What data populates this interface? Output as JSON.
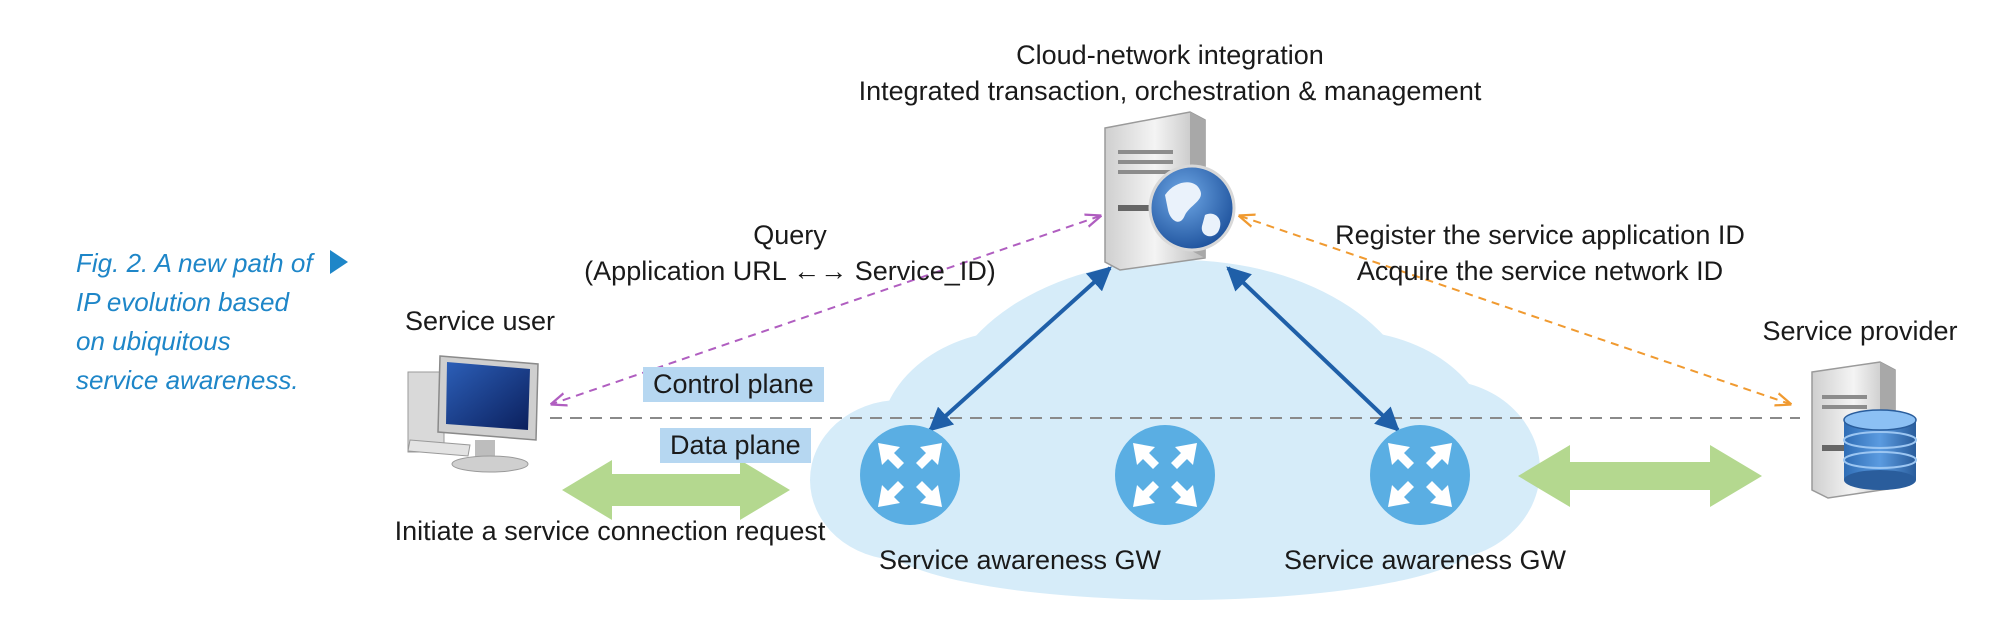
{
  "caption": {
    "lines": [
      "Fig. 2. A new path of",
      "IP evolution based",
      "on ubiquitous",
      "service awareness."
    ]
  },
  "labels": {
    "cloud_title_1": "Cloud-network integration",
    "cloud_title_2": "Integrated transaction, orchestration & management",
    "query_1": "Query",
    "query_2": "(Application URL ←→ Service_ID)",
    "register_1": "Register the service application ID",
    "register_2": "Acquire the service network ID",
    "service_user": "Service user",
    "service_provider": "Service provider",
    "control_plane": "Control plane",
    "data_plane": "Data plane",
    "initiate": "Initiate a service connection request",
    "gw_left": "Service awareness GW",
    "gw_right": "Service awareness GW"
  },
  "icons": [
    "server-globe-icon",
    "computer-icon",
    "database-server-icon",
    "router-icon"
  ],
  "colors": {
    "caption": "#1e86c8",
    "cloud": "#d6ecf9",
    "router": "#5aaee3",
    "blue_arrow": "#1f5fa8",
    "green_arrow": "#b4d88f",
    "query_line": "#b05ec0",
    "register_line": "#f09a30",
    "plane_label_bg": "#b6d7f1",
    "divider": "#8a8a8a"
  }
}
